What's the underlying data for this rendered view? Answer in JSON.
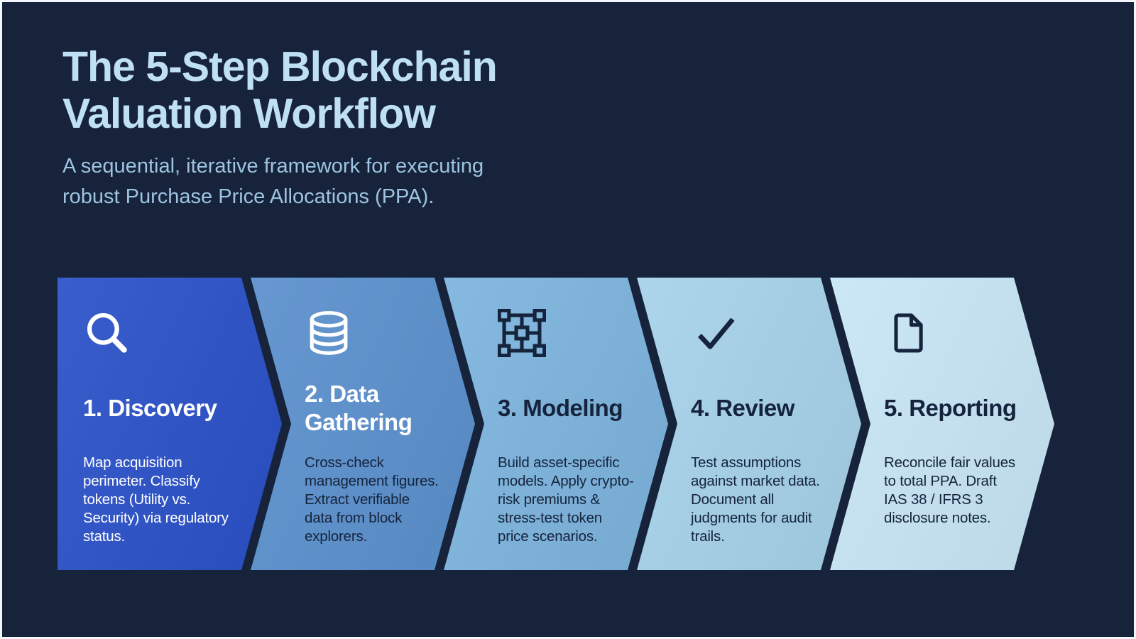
{
  "header": {
    "title": "The 5-Step Blockchain\nValuation Workflow",
    "subtitle": "A sequential, iterative framework for executing\nrobust Purchase Price Allocations (PPA).",
    "title_color": "#bfe0f4",
    "subtitle_color": "#9dc4e0"
  },
  "background_color": "#16233a",
  "steps": [
    {
      "title": "1. Discovery",
      "description": "Map acquisition\nperimeter. Classify\ntokens (Utility vs.\nSecurity) via regulatory\nstatus.",
      "icon": "search-icon",
      "bg": "#2b51c8",
      "title_color": "#ffffff",
      "text_color": "#ffffff",
      "icon_color": "#ffffff"
    },
    {
      "title": "2. Data\nGathering",
      "description": "Cross-check\nmanagement figures.\nExtract verifiable\ndata from block\nexplorers.",
      "icon": "database-icon",
      "bg": "#5b90cd",
      "title_color": "#ffffff",
      "text_color": "#15243c",
      "icon_color": "#ffffff"
    },
    {
      "title": "3. Modeling",
      "description": "Build asset-specific\nmodels. Apply crypto-\nrisk premiums &\nstress-test token\nprice scenarios.",
      "icon": "model-grid-icon",
      "bg": "#7db4de",
      "title_color": "#15243c",
      "text_color": "#15243c",
      "icon_color": "#15243c"
    },
    {
      "title": "4. Review",
      "description": "Test assumptions\nagainst market data.\nDocument all\njudgments for audit\ntrails.",
      "icon": "checkmark-icon",
      "bg": "#a6d2ea",
      "title_color": "#15243c",
      "text_color": "#15243c",
      "icon_color": "#15243c"
    },
    {
      "title": "5. Reporting",
      "description": "Reconcile fair values\nto total PPA. Draft\nIAS 38 / IFRS 3\ndisclosure notes.",
      "icon": "document-icon",
      "bg": "#c8e6f5",
      "title_color": "#15243c",
      "text_color": "#15243c",
      "icon_color": "#15243c"
    }
  ]
}
